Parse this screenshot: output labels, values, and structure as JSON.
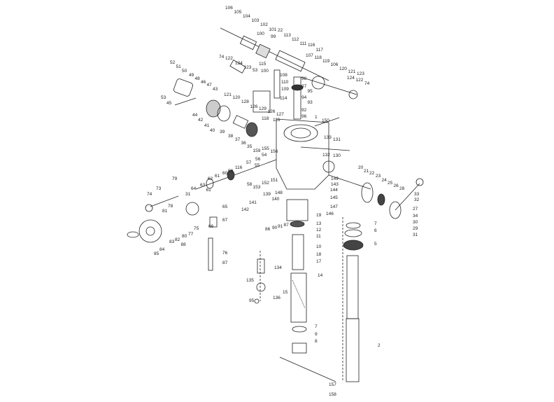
{
  "part_labels": [
    "106",
    "105",
    "104",
    "103",
    "102",
    "101",
    "100",
    "22",
    "99",
    "113",
    "112",
    "111",
    "116",
    "117",
    "107",
    "118",
    "119",
    "106",
    "120",
    "121",
    "123",
    "124",
    "122",
    "74",
    "115",
    "100",
    "108",
    "110",
    "109",
    "114",
    "98",
    "97",
    "95",
    "94",
    "93",
    "92",
    "96",
    "52",
    "51",
    "50",
    "49",
    "48",
    "46",
    "47",
    "53",
    "45",
    "43",
    "44",
    "42",
    "41",
    "40",
    "39",
    "38",
    "37",
    "36",
    "35",
    "74",
    "122",
    "124",
    "123",
    "121",
    "120",
    "53",
    "128",
    "126",
    "129",
    "126",
    "127",
    "118",
    "116",
    "1",
    "150",
    "159",
    "155",
    "156",
    "54",
    "57",
    "56",
    "55",
    "116",
    "59",
    "60",
    "61",
    "58",
    "62",
    "63",
    "61",
    "64",
    "79",
    "73",
    "74",
    "31",
    "65",
    "78",
    "81",
    "75",
    "66",
    "67",
    "77",
    "80",
    "82",
    "83",
    "88",
    "84",
    "85",
    "76",
    "87",
    "133",
    "131",
    "132",
    "130",
    "20",
    "21",
    "22",
    "23",
    "24",
    "25",
    "26",
    "28",
    "33",
    "32",
    "27",
    "34",
    "30",
    "29",
    "31",
    "149",
    "143",
    "144",
    "145",
    "147",
    "146",
    "153",
    "152",
    "151",
    "148",
    "139",
    "141",
    "140",
    "142",
    "86",
    "90",
    "91",
    "87",
    "19",
    "13",
    "12",
    "11",
    "10",
    "18",
    "17",
    "14",
    "15",
    "7",
    "9",
    "8",
    "7",
    "6",
    "5",
    "2",
    "157",
    "158",
    "134",
    "135",
    "136",
    "95"
  ],
  "colors": {
    "line": "#222222",
    "background": "#ffffff"
  }
}
